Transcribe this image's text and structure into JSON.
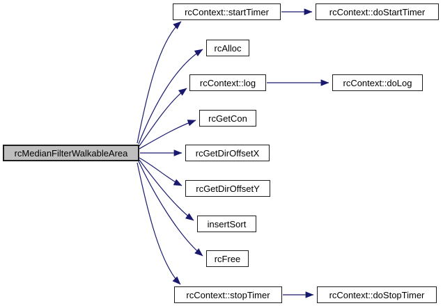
{
  "diagram": {
    "type": "call-graph",
    "focus_function": "rcMedianFilterWalkableArea",
    "colors": {
      "background": "#ffffff",
      "edge": "#191970",
      "node_fill": "#ffffff",
      "node_border": "#1c1c1c",
      "focus_fill": "#bfbfbf",
      "text": "#000000"
    },
    "nodes": [
      {
        "id": "main",
        "label": "rcMedianFilterWalkableArea",
        "focus": true
      },
      {
        "id": "startTimer",
        "label": "rcContext::startTimer"
      },
      {
        "id": "doStartTimer",
        "label": "rcContext::doStartTimer"
      },
      {
        "id": "alloc",
        "label": "rcAlloc"
      },
      {
        "id": "log",
        "label": "rcContext::log"
      },
      {
        "id": "doLog",
        "label": "rcContext::doLog"
      },
      {
        "id": "getCon",
        "label": "rcGetCon"
      },
      {
        "id": "dirX",
        "label": "rcGetDirOffsetX"
      },
      {
        "id": "dirY",
        "label": "rcGetDirOffsetY"
      },
      {
        "id": "insertSort",
        "label": "insertSort"
      },
      {
        "id": "rcFree",
        "label": "rcFree"
      },
      {
        "id": "stopTimer",
        "label": "rcContext::stopTimer"
      },
      {
        "id": "doStopTimer",
        "label": "rcContext::doStopTimer"
      }
    ],
    "edges": [
      {
        "from": "main",
        "to": "startTimer"
      },
      {
        "from": "main",
        "to": "alloc"
      },
      {
        "from": "main",
        "to": "log"
      },
      {
        "from": "main",
        "to": "getCon"
      },
      {
        "from": "main",
        "to": "dirX"
      },
      {
        "from": "main",
        "to": "dirY"
      },
      {
        "from": "main",
        "to": "insertSort"
      },
      {
        "from": "main",
        "to": "rcFree"
      },
      {
        "from": "main",
        "to": "stopTimer"
      },
      {
        "from": "startTimer",
        "to": "doStartTimer"
      },
      {
        "from": "log",
        "to": "doLog"
      },
      {
        "from": "stopTimer",
        "to": "doStopTimer"
      }
    ]
  }
}
